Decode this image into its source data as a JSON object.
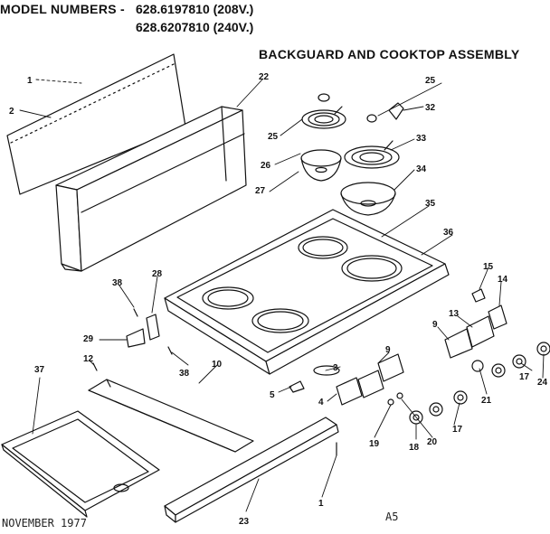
{
  "header": {
    "model_label": "MODEL NUMBERS -",
    "model_1": "628.6197810 (208V.)",
    "model_2": "628.6207810 (240V.)",
    "title": "BACKGUARD AND COOKTOP ASSEMBLY"
  },
  "footer": {
    "date": "NOVEMBER 1977",
    "page_code": "A5"
  },
  "callouts": [
    {
      "id": "c1a",
      "text": "1"
    },
    {
      "id": "c2",
      "text": "2"
    },
    {
      "id": "c22",
      "text": "22"
    },
    {
      "id": "c25a",
      "text": "25"
    },
    {
      "id": "c25b",
      "text": "25"
    },
    {
      "id": "c32",
      "text": "32"
    },
    {
      "id": "c33",
      "text": "33"
    },
    {
      "id": "c26",
      "text": "26"
    },
    {
      "id": "c34",
      "text": "34"
    },
    {
      "id": "c27",
      "text": "27"
    },
    {
      "id": "c35",
      "text": "35"
    },
    {
      "id": "c36",
      "text": "36"
    },
    {
      "id": "c15",
      "text": "15"
    },
    {
      "id": "c14",
      "text": "14"
    },
    {
      "id": "c38a",
      "text": "38"
    },
    {
      "id": "c28",
      "text": "28"
    },
    {
      "id": "c13",
      "text": "13"
    },
    {
      "id": "c9a",
      "text": "9"
    },
    {
      "id": "c29",
      "text": "29"
    },
    {
      "id": "c9b",
      "text": "9"
    },
    {
      "id": "c3",
      "text": "3"
    },
    {
      "id": "c38b",
      "text": "38"
    },
    {
      "id": "c10",
      "text": "10"
    },
    {
      "id": "c12",
      "text": "12"
    },
    {
      "id": "c37",
      "text": "37"
    },
    {
      "id": "c5",
      "text": "5"
    },
    {
      "id": "c4",
      "text": "4"
    },
    {
      "id": "c17a",
      "text": "17"
    },
    {
      "id": "c24",
      "text": "24"
    },
    {
      "id": "c21",
      "text": "21"
    },
    {
      "id": "c17b",
      "text": "17"
    },
    {
      "id": "c19",
      "text": "19"
    },
    {
      "id": "c20",
      "text": "20"
    },
    {
      "id": "c18",
      "text": "18"
    },
    {
      "id": "c1b",
      "text": "1"
    },
    {
      "id": "c23",
      "text": "23"
    }
  ]
}
